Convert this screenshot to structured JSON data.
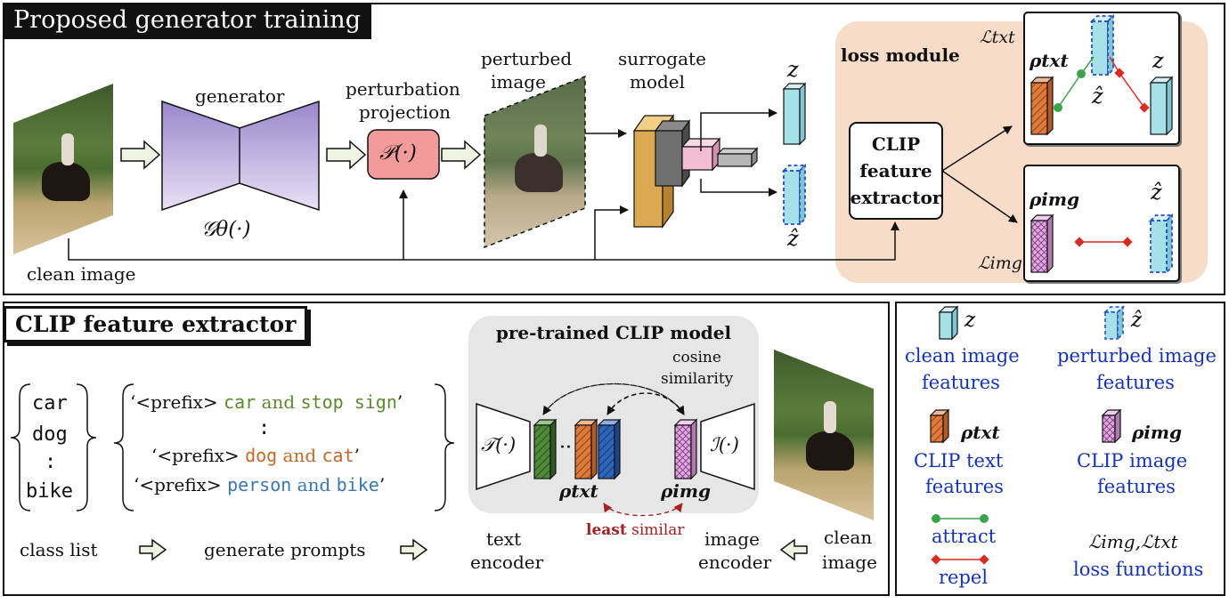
{
  "top": {
    "title": "Proposed generator training",
    "generator_label": "generator",
    "generator_symbol": "𝒢θ(·)",
    "projection_label_1": "perturbation",
    "projection_label_2": "projection",
    "projection_symbol": "𝒫(·)",
    "perturbed_label_1": "perturbed",
    "perturbed_label_2": "image",
    "surrogate_label_1": "surrogate",
    "surrogate_label_2": "model",
    "z_label": "z",
    "zhat_label": "ẑ",
    "clean_image_label": "clean image",
    "loss_module_label": "loss module",
    "clip_extractor_1": "CLIP",
    "clip_extractor_2": "feature",
    "clip_extractor_3": "extractor",
    "loss_txt_symbol": "ℒtxt",
    "loss_img_symbol": "ℒimg",
    "rho_txt": "ρtxt",
    "rho_img": "ρimg"
  },
  "bottom": {
    "title": "CLIP feature extractor",
    "classes": [
      "car",
      "dog",
      ":",
      "bike"
    ],
    "prompts": {
      "p1_prefix": "‘<prefix> ",
      "p1_a": "car",
      "p1_and": " and ",
      "p1_b": "stop sign",
      "p1_end": "’",
      "vdots": ":",
      "p2_prefix": "‘<prefix> ",
      "p2_a": "dog",
      "p2_and": " and ",
      "p2_b": "cat",
      "p2_end": "’",
      "p3_prefix": "‘<prefix> ",
      "p3_a": "person",
      "p3_and": " and ",
      "p3_b": "bike",
      "p3_end": "’"
    },
    "class_list_label": "class list",
    "generate_prompts_label": "generate prompts",
    "clip_model_title": "pre-trained CLIP model",
    "cosine_1": "cosine",
    "cosine_2": "similarity",
    "text_encoder_symbol": "𝒯(·)",
    "image_encoder_symbol": "ℐ(·)",
    "least": "least",
    "similar": " similar",
    "text_encoder_1": "text",
    "text_encoder_2": "encoder",
    "image_encoder_1": "image",
    "image_encoder_2": "encoder",
    "clean_1": "clean",
    "clean_2": "image",
    "rho_txt": "ρtxt",
    "rho_img": "ρimg"
  },
  "legend": {
    "z": "z",
    "zhat": "ẑ",
    "clean_features_1": "clean image",
    "clean_features_2": "features",
    "perturbed_features_1": "perturbed image",
    "perturbed_features_2": "features",
    "rho_txt": "ρtxt",
    "rho_img": "ρimg",
    "clip_text_1": "CLIP text",
    "clip_text_2": "features",
    "clip_image_1": "CLIP image",
    "clip_image_2": "features",
    "attract": "attract",
    "repel": "repel",
    "loss_symbols": "ℒimg,ℒtxt",
    "loss_functions": "loss functions"
  },
  "colors": {
    "generator": "#b9a6db",
    "projection": "#f39a9a",
    "cyan_bar": "#a6e1ea",
    "orange_bar": "#e07a3c",
    "green_bar": "#4f8a3c",
    "blue_bar": "#2f64b8",
    "pink_bar": "#e6a6e6",
    "loss_bg": "#f7dcc9",
    "clip_bg": "#e6e6e6",
    "attract": "#3aa34a",
    "repel": "#d82c22",
    "legend_text": "#1533b8",
    "prompt_green": "#5c8a2e",
    "prompt_orange": "#c26a2a",
    "prompt_blue": "#3a77b5",
    "least_red": "#a52121"
  }
}
